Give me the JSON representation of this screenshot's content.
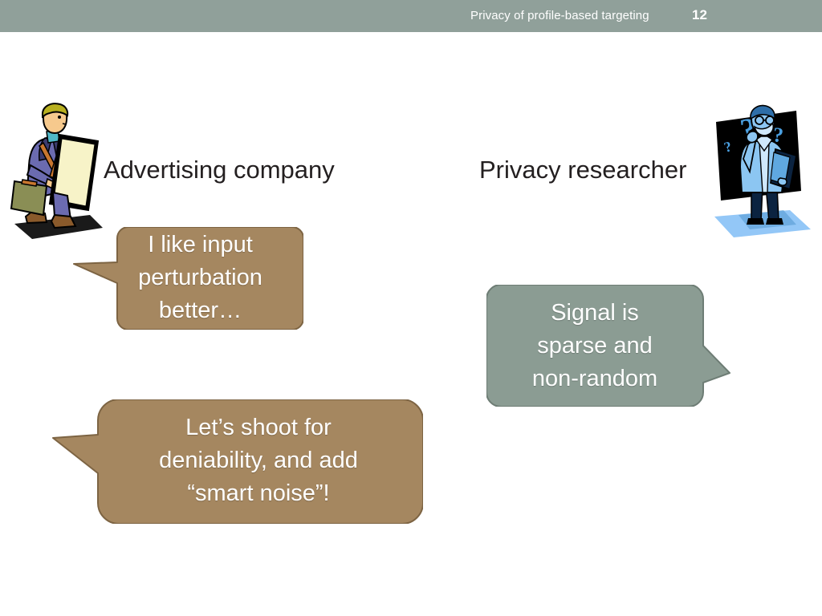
{
  "slide": {
    "header": {
      "title": "Privacy of profile-based targeting",
      "page_number": "12",
      "bar_color": "#90a09a",
      "text_color": "#ffffff"
    },
    "background_color": "#ffffff",
    "roles": [
      {
        "id": "advertising-company",
        "label": "Advertising company",
        "icon": "businessman-with-sandwich-board-clipart"
      },
      {
        "id": "privacy-researcher",
        "label": "Privacy researcher",
        "icon": "thinking-man-with-question-marks-clipart"
      }
    ],
    "bubbles": [
      {
        "id": "input-perturbation",
        "speaker": "advertising-company",
        "fill_color": "#a58760",
        "stroke_color": "#7d6443",
        "text_color": "#ffffff",
        "tail": "left",
        "lines": [
          "I like input",
          "perturbation",
          "better…"
        ]
      },
      {
        "id": "signal-sparse",
        "speaker": "privacy-researcher",
        "fill_color": "#8b9c93",
        "stroke_color": "#6e7d75",
        "text_color": "#ffffff",
        "tail": "right",
        "lines": [
          "Signal is",
          "sparse and",
          "non-random"
        ]
      },
      {
        "id": "smart-noise",
        "speaker": "advertising-company",
        "fill_color": "#a58760",
        "stroke_color": "#7d6443",
        "text_color": "#ffffff",
        "tail": "left",
        "lines": [
          "Let’s shoot for",
          "deniability, and add",
          "“smart noise”!"
        ]
      }
    ]
  }
}
